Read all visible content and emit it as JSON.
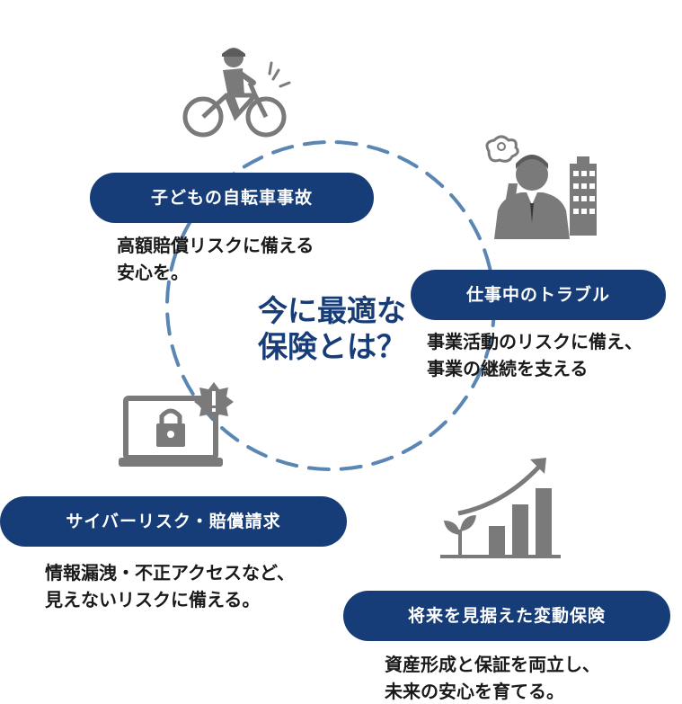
{
  "center": {
    "line1": "今に最適な",
    "line2": "保険とは？"
  },
  "cards": [
    {
      "title": "子どもの自転車事故",
      "desc1": "高額賠償リスクに備える",
      "desc2": "安心を。",
      "icon": "cyclist-icon"
    },
    {
      "title": "仕事中のトラブル",
      "desc1": "事業活動のリスクに備え、",
      "desc2": "事業の継続を支える",
      "icon": "worried-businessman-icon"
    },
    {
      "title": "サイバーリスク・賠償請求",
      "desc1": "情報漏洩・不正アクセスなど、",
      "desc2": "見えないリスクに備える。",
      "icon": "locked-laptop-icon"
    },
    {
      "title": "将来を見据えた変動保険",
      "desc1": "資産形成と保証を両立し、",
      "desc2": "未来の安心を育てる。",
      "icon": "growth-chart-icon"
    }
  ],
  "colors": {
    "accent": "#173d78",
    "ring": "#5a86b4",
    "icon_gray": "#7a7a7a"
  }
}
